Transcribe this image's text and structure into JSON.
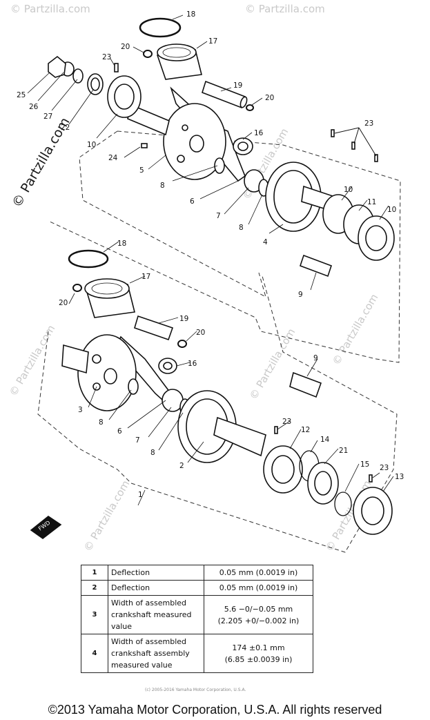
{
  "watermark": {
    "text": "© Partzilla.com"
  },
  "callouts": {
    "c1": "1",
    "c2": "2",
    "c3": "3",
    "c4": "4",
    "c5": "5",
    "c6a": "6",
    "c6b": "6",
    "c7a": "7",
    "c7b": "7",
    "c8a": "8",
    "c8b": "8",
    "c8c": "8",
    "c8d": "8",
    "c9a": "9",
    "c9b": "9",
    "c10a": "10",
    "c10b": "10",
    "c10c": "10",
    "c11": "11",
    "c12": "12",
    "c13": "13",
    "c14": "14",
    "c15": "15",
    "c16a": "16",
    "c16b": "16",
    "c17a": "17",
    "c17b": "17",
    "c18a": "18",
    "c18b": "18",
    "c19a": "19",
    "c19b": "19",
    "c20a": "20",
    "c20b": "20",
    "c20c": "20",
    "c20d": "20",
    "c21": "21",
    "c22": "22",
    "c23a": "23",
    "c23b": "23",
    "c23c": "23",
    "c23d": "23",
    "c24": "24",
    "c25": "25",
    "c26": "26",
    "c27": "27"
  },
  "fwd_label": "FWD",
  "spec_table": {
    "rows": [
      {
        "num": "1",
        "desc": "Deflection",
        "value": "0.05 mm (0.0019 in)"
      },
      {
        "num": "2",
        "desc": "Deflection",
        "value": "0.05 mm (0.0019 in)"
      },
      {
        "num": "3",
        "desc": "Width of assembled crankshaft measured value",
        "value_line1": "5.6 −0/−0.05 mm",
        "value_line2": "(2.205 +0/−0.002 in)"
      },
      {
        "num": "4",
        "desc": "Width of assembled crankshaft assembly measured value",
        "value_line1": "174 ±0.1 mm",
        "value_line2": "(6.85 ±0.0039 in)"
      }
    ]
  },
  "copyright_small": "(c) 2005-2016 Yamaha Motor Corporation, U.S.A.",
  "footer": "©2013 Yamaha Motor Corporation, U.S.A. All rights reserved"
}
